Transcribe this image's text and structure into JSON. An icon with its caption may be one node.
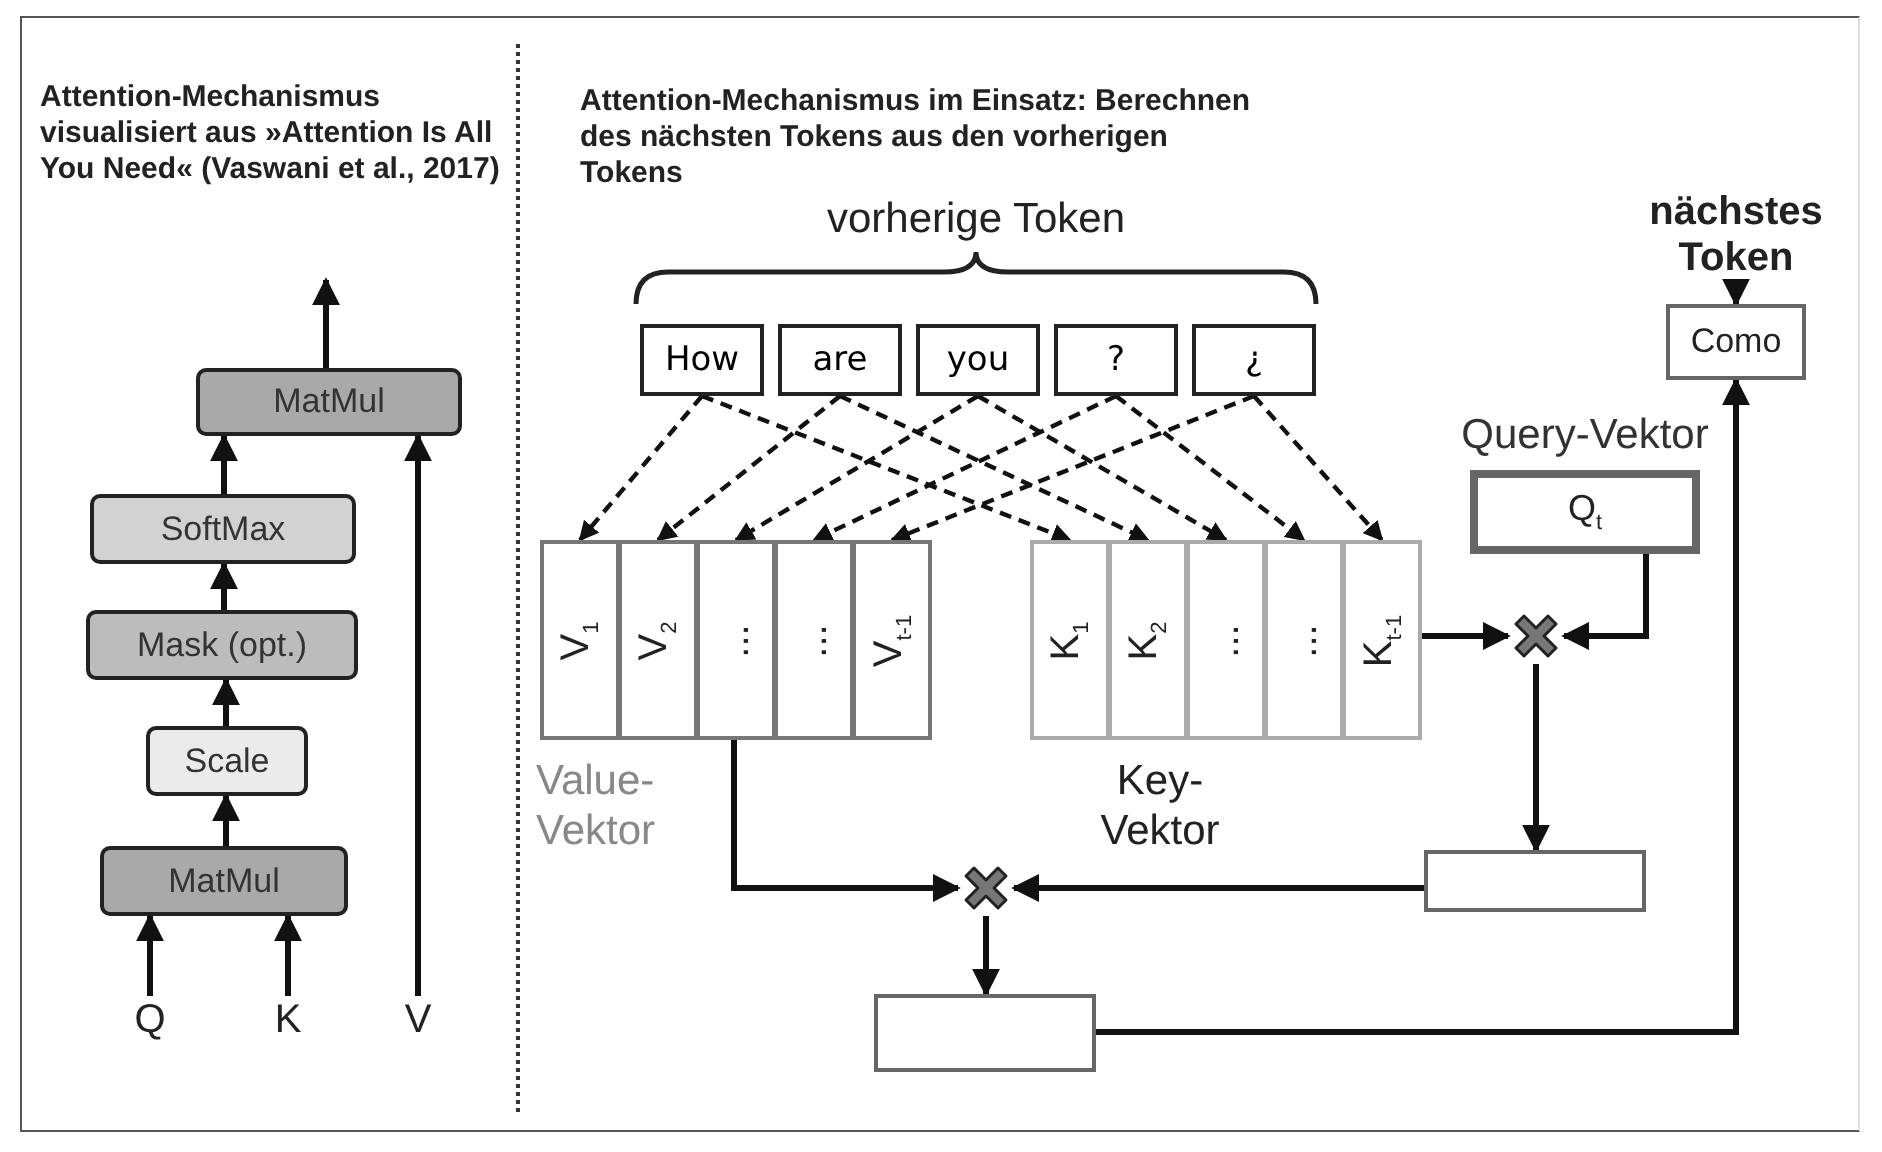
{
  "diagram": {
    "nodes": [
      {
        "text": [
          "MatMul"
        ]
      },
      {
        "text": [
          "SoftMax"
        ]
      },
      {
        "text": [
          "Mask (opt.)"
        ]
      },
      {
        "text": [
          "Scale"
        ]
      },
      {
        "text": [
          "MatMul"
        ]
      },
      {
        "text": [
          "Q"
        ]
      },
      {
        "text": [
          "K"
        ]
      },
      {
        "text": [
          "V"
        ]
      },
      {
        "text": [
          "nächstes Token"
        ]
      },
      {
        "text": [
          "Como"
        ]
      },
      {
        "text": [
          "How"
        ]
      },
      {
        "text": [
          "are"
        ]
      },
      {
        "text": [
          "you"
        ]
      },
      {
        "text": [
          "?"
        ]
      },
      {
        "text": [
          "¿"
        ]
      },
      {
        "text": [
          "Query-Vektor",
          "Q$_{t}$"
        ]
      },
      {
        "text": [
          "V$_{1}$"
        ]
      },
      {
        "text": [
          "V$_{2}$"
        ]
      },
      {
        "text": [
          "..."
        ]
      },
      {
        "text": [
          "..."
        ]
      },
      {
        "text": [
          "V$_{t-1}$"
        ]
      },
      {
        "text": [
          "K$_{1}$"
        ]
      },
      {
        "text": [
          "K$_{2}$"
        ]
      },
      {
        "text": [
          "..."
        ]
      },
      {
        "text": [
          "..."
        ]
      },
      {
        "text": [
          "K$_{t-1}$"
        ]
      },
      {
        "text": [],
        "shape": "cross"
      },
      {
        "text": [],
        "shape": "box"
      },
      {
        "text": [],
        "shape": "cross"
      },
      {
        "text": [],
        "shape": "box"
      }
    ],
    "edges": [
      {
        "from": 0,
        "to": null,
        "arrow": "to"
      },
      {
        "from": 1,
        "to": 0,
        "arrow": "to"
      },
      {
        "from": 2,
        "to": 1,
        "arrow": "to"
      },
      {
        "from": 3,
        "to": 2,
        "arrow": "to"
      },
      {
        "from": 4,
        "to": 3,
        "arrow": "to"
      },
      {
        "from": 5,
        "to": 4,
        "arrow": "to"
      },
      {
        "from": 6,
        "to": 4,
        "arrow": "to"
      },
      {
        "from": 7,
        "to": 0,
        "arrow": "to"
      },
      {
        "from": 8,
        "to": 9,
        "arrow": "to"
      },
      {
        "from": 10,
        "to": 16,
        "arrow": "to",
        "style": "dashed"
      },
      {
        "from": 10,
        "to": 21,
        "arrow": "to",
        "style": "dashed"
      },
      {
        "from": 11,
        "to": 17,
        "arrow": "to",
        "style": "dashed"
      },
      {
        "from": 11,
        "to": 22,
        "arrow": "to",
        "style": "dashed"
      },
      {
        "from": 12,
        "to": 18,
        "arrow": "to",
        "style": "dashed"
      },
      {
        "from": 12,
        "to": 23,
        "arrow": "to",
        "style": "dashed"
      },
      {
        "from": 13,
        "to": 19,
        "arrow": "to",
        "style": "dashed"
      },
      {
        "from": 13,
        "to": 24,
        "arrow": "to",
        "style": "dashed"
      },
      {
        "from": 14,
        "to": 20,
        "arrow": "to",
        "style": "dashed"
      },
      {
        "from": 14,
        "to": 25,
        "arrow": "to",
        "style": "dashed"
      },
      {
        "from": 25,
        "to": 26,
        "arrow": "to"
      },
      {
        "from": 15,
        "to": 26,
        "arrow": "to"
      },
      {
        "from": 26,
        "to": 27,
        "arrow": "to"
      },
      {
        "from": 27,
        "to": 28,
        "arrow": "to"
      },
      {
        "from": 18,
        "to": 28,
        "arrow": "to"
      },
      {
        "from": 28,
        "to": 29,
        "arrow": "to"
      },
      {
        "from": 29,
        "to": 9,
        "arrow": "to"
      }
    ],
    "labels": [
      "Attention-Mechanismus visualisiert aus »Attention Is All You Need« (Vaswani et al., 2017)",
      "Attention-Mechanismus im Einsatz: Berechnen des nächsten Tokens aus den vorherigen Tokens",
      "vorherige Token",
      "Value-Vektor",
      "Key-Vektor"
    ]
  }
}
